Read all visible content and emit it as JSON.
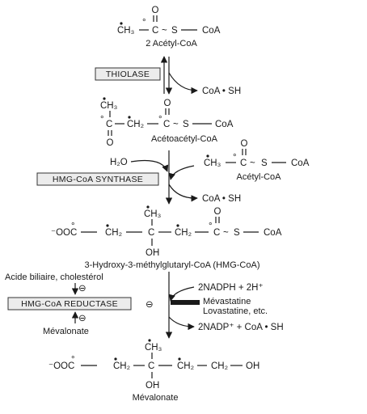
{
  "acetyl": {
    "ch3": "CH₃",
    "c": "C",
    "o": "O",
    "s": "S",
    "coa": "CoA",
    "label": "2 Acétyl-CoA"
  },
  "thiolase": {
    "enzyme": "THIOLASE",
    "product": "CoA • SH"
  },
  "acetoacetyl": {
    "ch3": "CH₃",
    "c1": "C",
    "ch2": "CH₂",
    "c2": "C",
    "o": "O",
    "s": "S",
    "coa": "CoA",
    "label": "Acétoacétyl-CoA"
  },
  "synthase": {
    "h2o": "H₂O",
    "enzyme": "HMG-CoA SYNTHASE",
    "product": "CoA • SH",
    "cosub": {
      "ch3": "CH₃",
      "c": "C",
      "o": "O",
      "s": "S",
      "coa": "CoA",
      "label": "Acétyl-CoA"
    }
  },
  "hmgcoa": {
    "ooc": "⁻OOC",
    "ch2a": "CH₂",
    "c": "C",
    "ch3": "CH₃",
    "oh": "OH",
    "ch2b": "CH₂",
    "c2": "C",
    "o": "O",
    "s": "S",
    "coa": "CoA",
    "label": "3-Hydroxy-3-méthylglutaryl-CoA (HMG-CoA)"
  },
  "reductase": {
    "enzyme": "HMG-CoA REDUCTASE",
    "inhibitors_top": "Acide biliaire, cholestérol",
    "inhibitor_bottom": "Mévalonate",
    "minus": "⊖",
    "nadph": "2NADPH + 2H⁺",
    "drug1": "Mévastatine",
    "drug2": "Lovastatine, etc.",
    "nadp": "2NADP⁺ + CoA • SH"
  },
  "mevalonate": {
    "ooc": "⁻OOC",
    "ch2a": "CH₂",
    "c": "C",
    "ch3": "CH₃",
    "oh": "OH",
    "ch2b": "CH₂",
    "ch2c": "CH₂",
    "ohEnd": "OH",
    "label": "Mévalonate"
  }
}
